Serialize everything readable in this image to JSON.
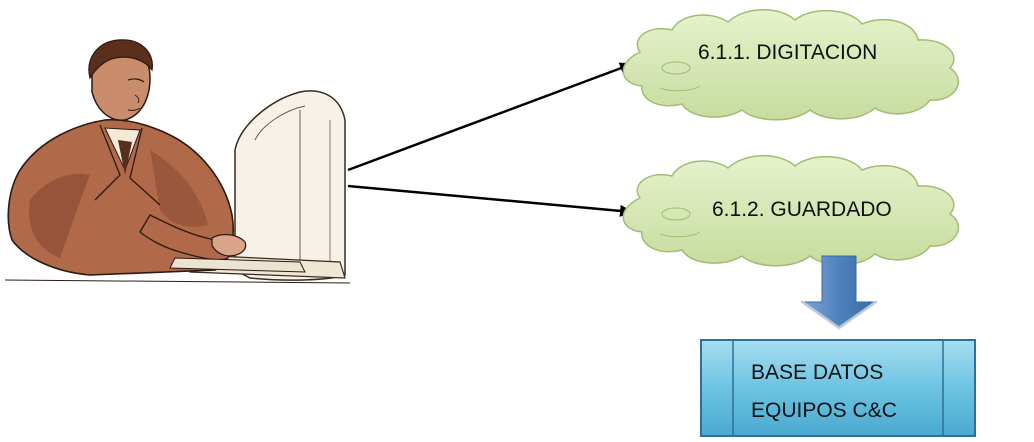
{
  "nodes": {
    "digitacion": {
      "label": "6.1.1. DIGITACION"
    },
    "guardado": {
      "label": "6.1.2. GUARDADO"
    },
    "database": {
      "line1": "BASE DATOS",
      "line2": "EQUIPOS C&C"
    }
  },
  "colors": {
    "cloud_fill": "#d6e8b4",
    "cloud_stroke": "#a9c47f",
    "box_fill": "#7ec8e3",
    "box_stroke": "#3d7fa8",
    "arrow_down": "#4f81bd",
    "arrow_line": "#000000",
    "person_suit": "#b06a4a",
    "person_shadow": "#7a3f28"
  },
  "icons": [
    "person-at-computer-icon"
  ]
}
